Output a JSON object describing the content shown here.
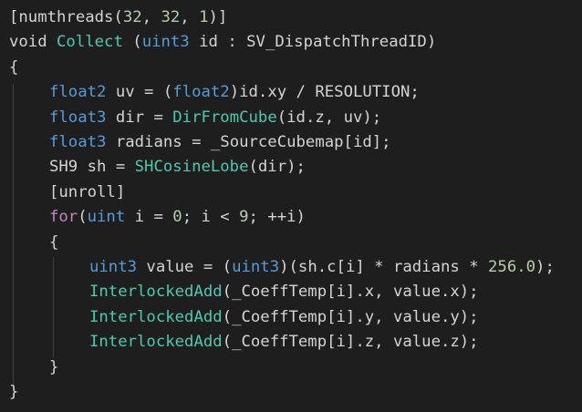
{
  "code_lines": [
    {
      "indent": 0,
      "tokens": [
        {
          "t": "[",
          "k": "plain"
        },
        {
          "t": "numthreads",
          "k": "attr"
        },
        {
          "t": "(",
          "k": "plain"
        },
        {
          "t": "32",
          "k": "number"
        },
        {
          "t": ", ",
          "k": "plain"
        },
        {
          "t": "32",
          "k": "number"
        },
        {
          "t": ", ",
          "k": "plain"
        },
        {
          "t": "1",
          "k": "number"
        },
        {
          "t": ")]",
          "k": "plain"
        }
      ]
    },
    {
      "indent": 0,
      "tokens": [
        {
          "t": "void",
          "k": "plain"
        },
        {
          "t": " ",
          "k": "plain"
        },
        {
          "t": "Collect",
          "k": "type"
        },
        {
          "t": " (",
          "k": "plain"
        },
        {
          "t": "uint3",
          "k": "keyword"
        },
        {
          "t": " id : SV_DispatchThreadID)",
          "k": "plain"
        }
      ]
    },
    {
      "indent": 0,
      "tokens": [
        {
          "t": "{",
          "k": "plain"
        }
      ]
    },
    {
      "indent": 1,
      "tokens": [
        {
          "t": "float2",
          "k": "keyword"
        },
        {
          "t": " uv = (",
          "k": "plain"
        },
        {
          "t": "float2",
          "k": "keyword"
        },
        {
          "t": ")id.xy / RESOLUTION;",
          "k": "plain"
        }
      ]
    },
    {
      "indent": 1,
      "tokens": [
        {
          "t": "float3",
          "k": "keyword"
        },
        {
          "t": " dir = ",
          "k": "plain"
        },
        {
          "t": "DirFromCube",
          "k": "type"
        },
        {
          "t": "(id.z, uv);",
          "k": "plain"
        }
      ]
    },
    {
      "indent": 1,
      "tokens": [
        {
          "t": "float3",
          "k": "keyword"
        },
        {
          "t": " radians = _SourceCubemap[id];",
          "k": "plain"
        }
      ]
    },
    {
      "indent": 1,
      "tokens": [
        {
          "t": "SH9 sh = ",
          "k": "plain"
        },
        {
          "t": "SHCosineLobe",
          "k": "type"
        },
        {
          "t": "(dir);",
          "k": "plain"
        }
      ]
    },
    {
      "indent": 1,
      "tokens": [
        {
          "t": "[unroll]",
          "k": "plain"
        }
      ]
    },
    {
      "indent": 1,
      "tokens": [
        {
          "t": "for",
          "k": "control"
        },
        {
          "t": "(",
          "k": "plain"
        },
        {
          "t": "uint",
          "k": "keyword"
        },
        {
          "t": " i = ",
          "k": "plain"
        },
        {
          "t": "0",
          "k": "number"
        },
        {
          "t": "; i < ",
          "k": "plain"
        },
        {
          "t": "9",
          "k": "number"
        },
        {
          "t": "; ++i)",
          "k": "plain"
        }
      ]
    },
    {
      "indent": 1,
      "tokens": [
        {
          "t": "{",
          "k": "plain"
        }
      ]
    },
    {
      "indent": 2,
      "tokens": [
        {
          "t": "uint3",
          "k": "keyword"
        },
        {
          "t": " value = (",
          "k": "plain"
        },
        {
          "t": "uint3",
          "k": "keyword"
        },
        {
          "t": ")(sh.c[i] * radians * ",
          "k": "plain"
        },
        {
          "t": "256.0",
          "k": "number"
        },
        {
          "t": ");",
          "k": "plain"
        }
      ]
    },
    {
      "indent": 2,
      "tokens": [
        {
          "t": "InterlockedAdd",
          "k": "type"
        },
        {
          "t": "(_CoeffTemp[i].x, value.x);",
          "k": "plain"
        }
      ]
    },
    {
      "indent": 2,
      "tokens": [
        {
          "t": "InterlockedAdd",
          "k": "type"
        },
        {
          "t": "(_CoeffTemp[i].y, value.y);",
          "k": "plain"
        }
      ]
    },
    {
      "indent": 2,
      "tokens": [
        {
          "t": "InterlockedAdd",
          "k": "type"
        },
        {
          "t": "(_CoeffTemp[i].z, value.z);",
          "k": "plain"
        }
      ]
    },
    {
      "indent": 1,
      "tokens": [
        {
          "t": "}",
          "k": "plain"
        }
      ]
    },
    {
      "indent": 0,
      "tokens": [
        {
          "t": "}",
          "k": "plain"
        }
      ]
    }
  ],
  "colors": {
    "background": "#1e1e1e",
    "plain": "#d4d4d4",
    "keyword": "#569cd6",
    "type": "#4ec9b0",
    "function": "#dcdcaa",
    "number": "#b5cea8",
    "control": "#c586c0",
    "indent_guide": "#404040"
  }
}
